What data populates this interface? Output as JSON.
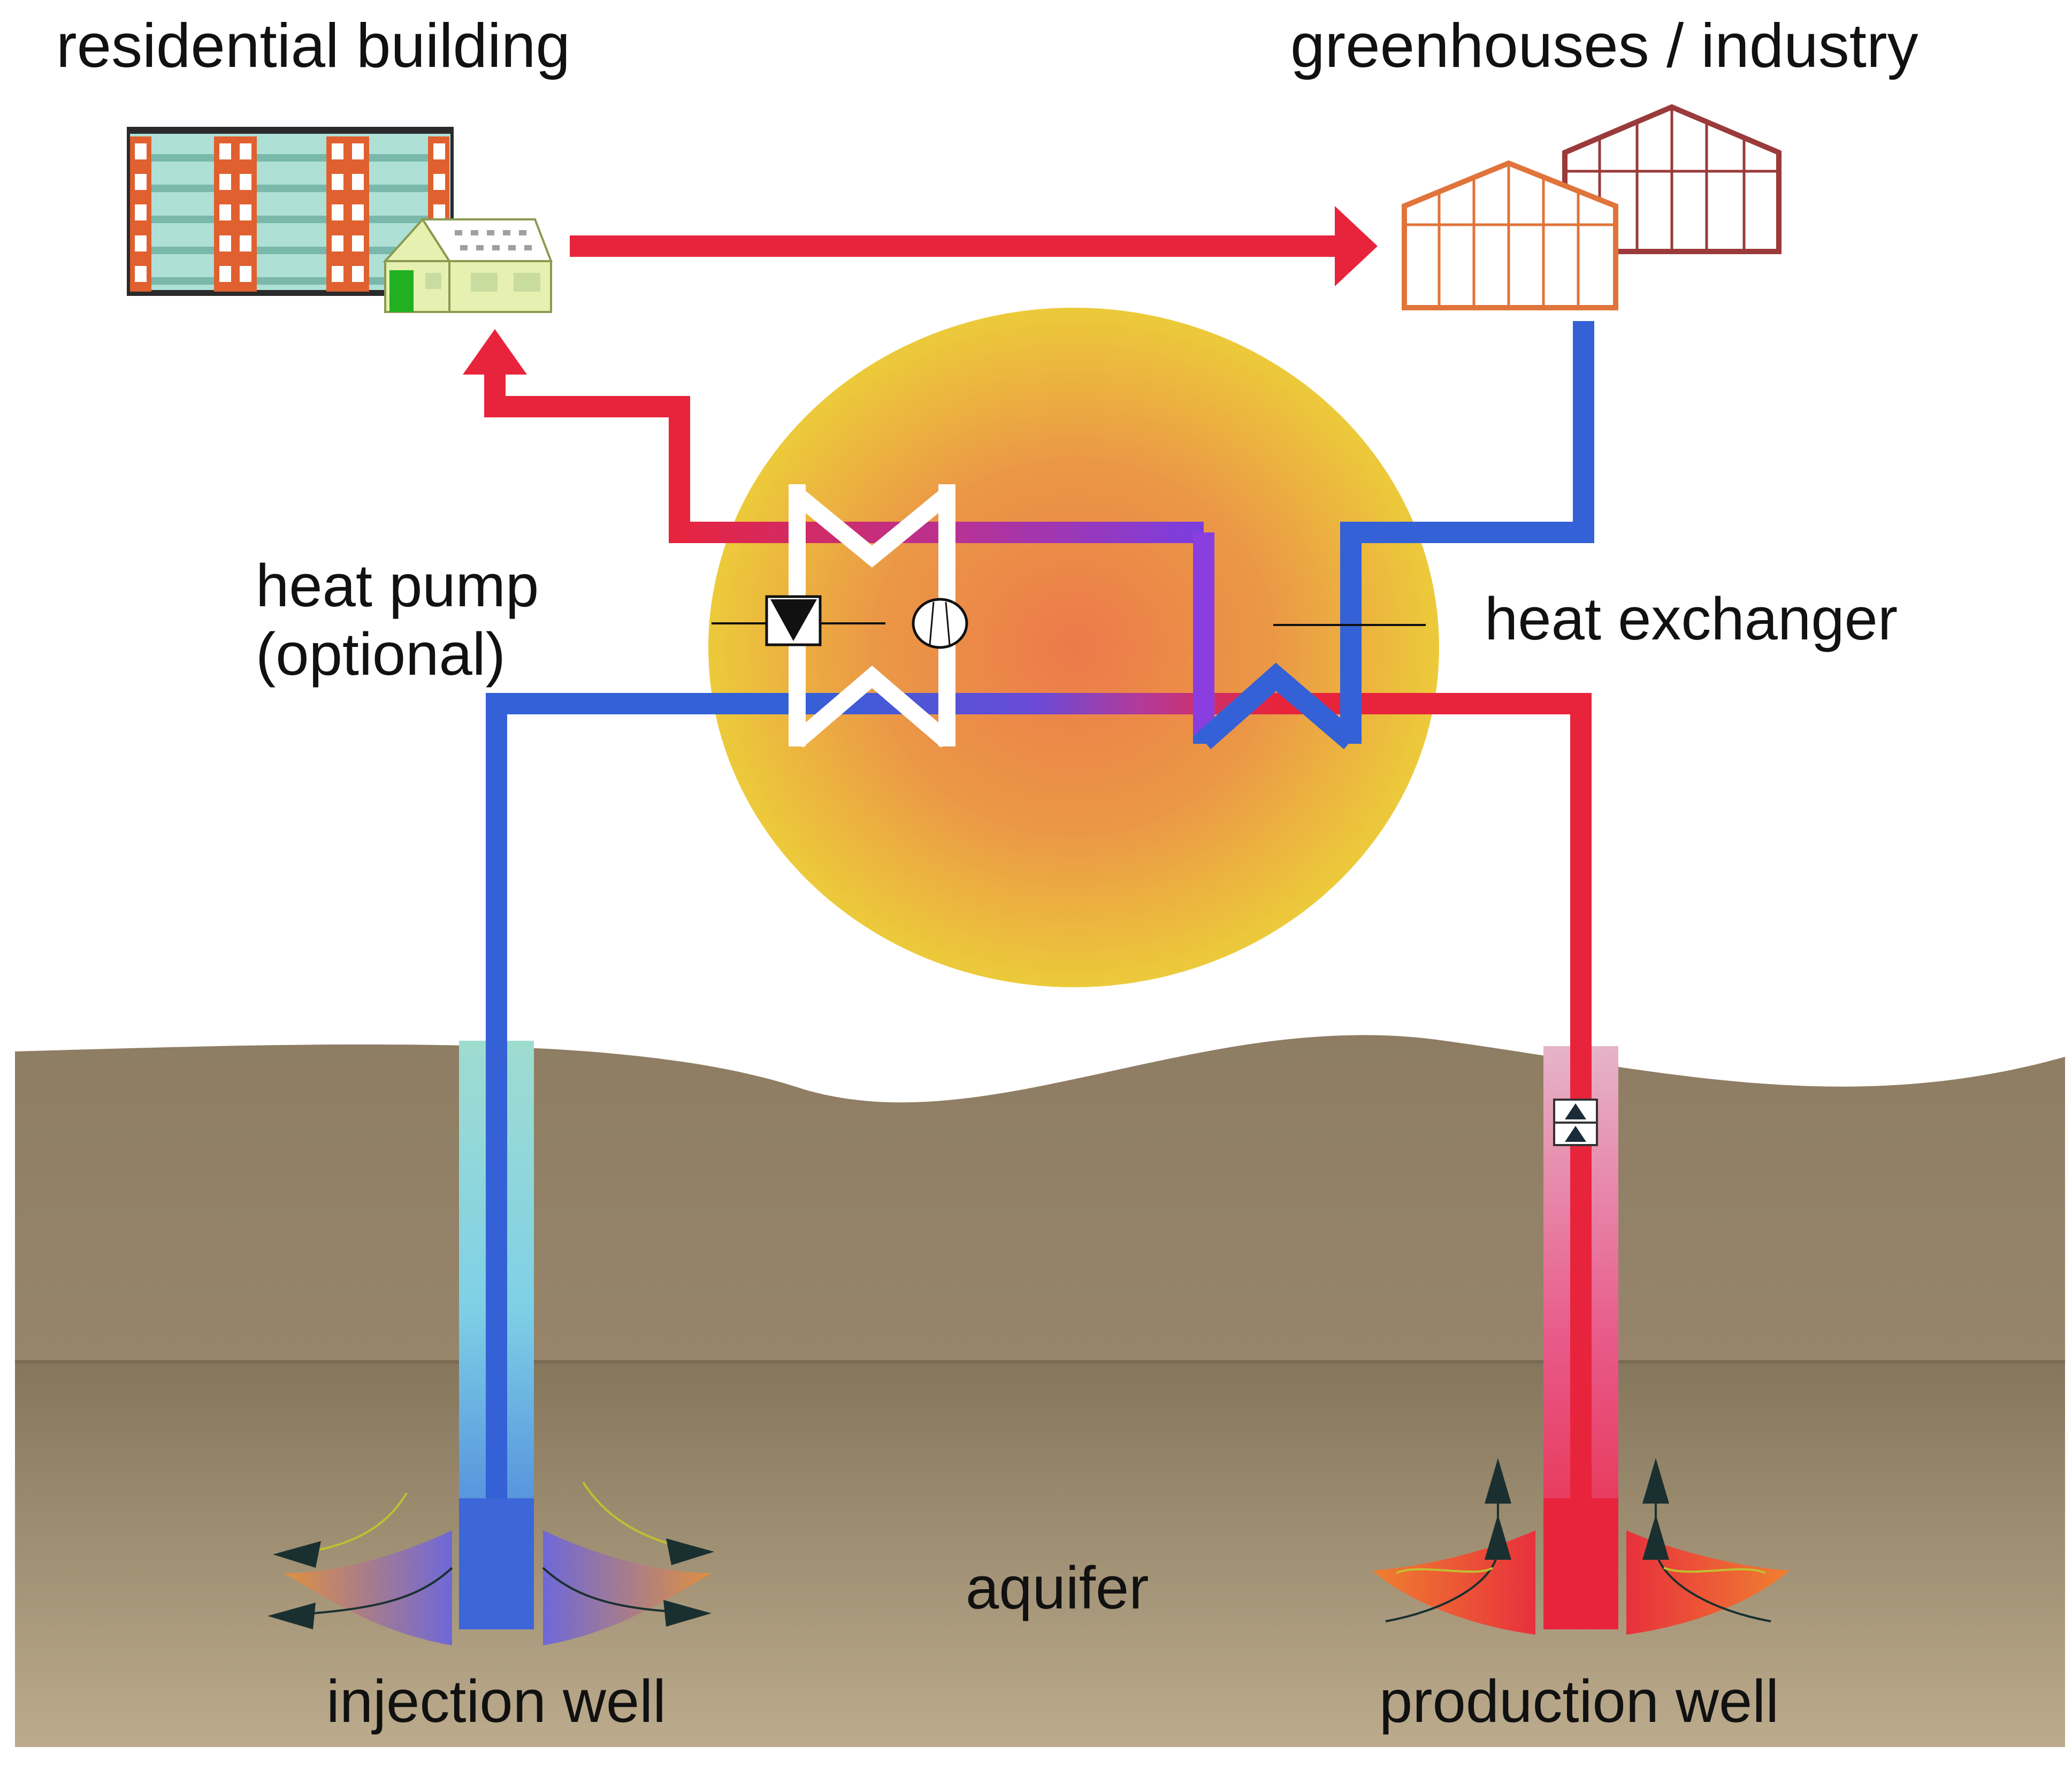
{
  "labels": {
    "residential_building": "residential building",
    "greenhouses_industry": "greenhouses / industry",
    "heat_pump_line1": "heat pump",
    "heat_pump_line2": "(optional)",
    "heat_exchanger": "heat exchanger",
    "aquifer": "aquifer",
    "injection_well": "injection well",
    "production_well": "production well"
  },
  "colors": {
    "hot_pipe": "#e8243c",
    "cold_pipe": "#3461d6",
    "mixed_pipe": "#9c3fd1",
    "ground_top": "#8d7d63",
    "ground_bottom": "#baa98a",
    "glow_center": "#ec7a4a",
    "glow_edge": "#ecc93a",
    "greenhouse_front": "#e0743a",
    "greenhouse_back": "#9a3a3a",
    "building_orange": "#e06030",
    "building_glass": "#aee0d6"
  },
  "icons": [
    "residential-building-icon",
    "greenhouse-icon",
    "heat-pump-icon",
    "heat-exchanger-icon",
    "pump-icon",
    "flow-arrow-icon"
  ]
}
